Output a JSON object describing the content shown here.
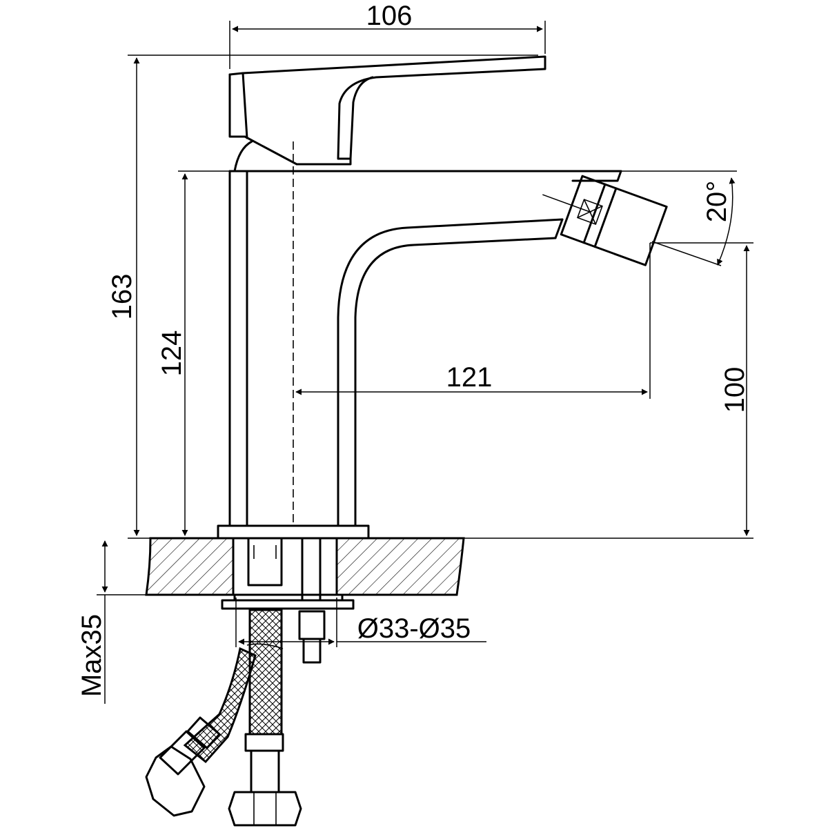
{
  "dimensions": {
    "handle_width": "106",
    "total_height": "163",
    "body_height": "124",
    "spout_reach": "121",
    "outlet_height": "100",
    "nozzle_angle": "20°",
    "hole_diameter": "Ø33-Ø35",
    "max_counter_thickness": "Max35"
  }
}
